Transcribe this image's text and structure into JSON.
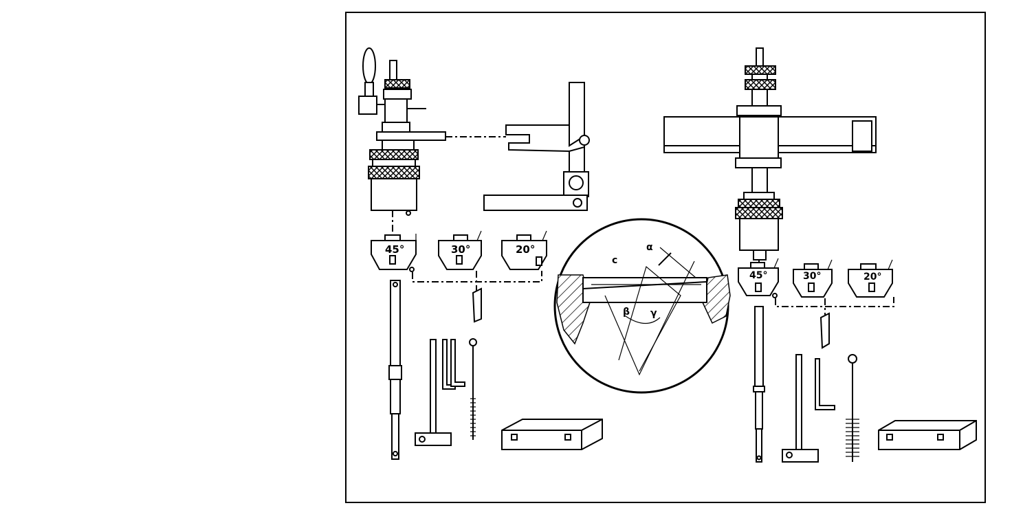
{
  "left_assembly": {
    "angle_labels": [
      "45°",
      "30°",
      "20°"
    ]
  },
  "right_assembly": {
    "angle_labels": [
      "45°",
      "30°",
      "20°"
    ]
  },
  "detail_circle": {
    "symbols": [
      "c",
      "α",
      "β",
      "γ"
    ]
  }
}
